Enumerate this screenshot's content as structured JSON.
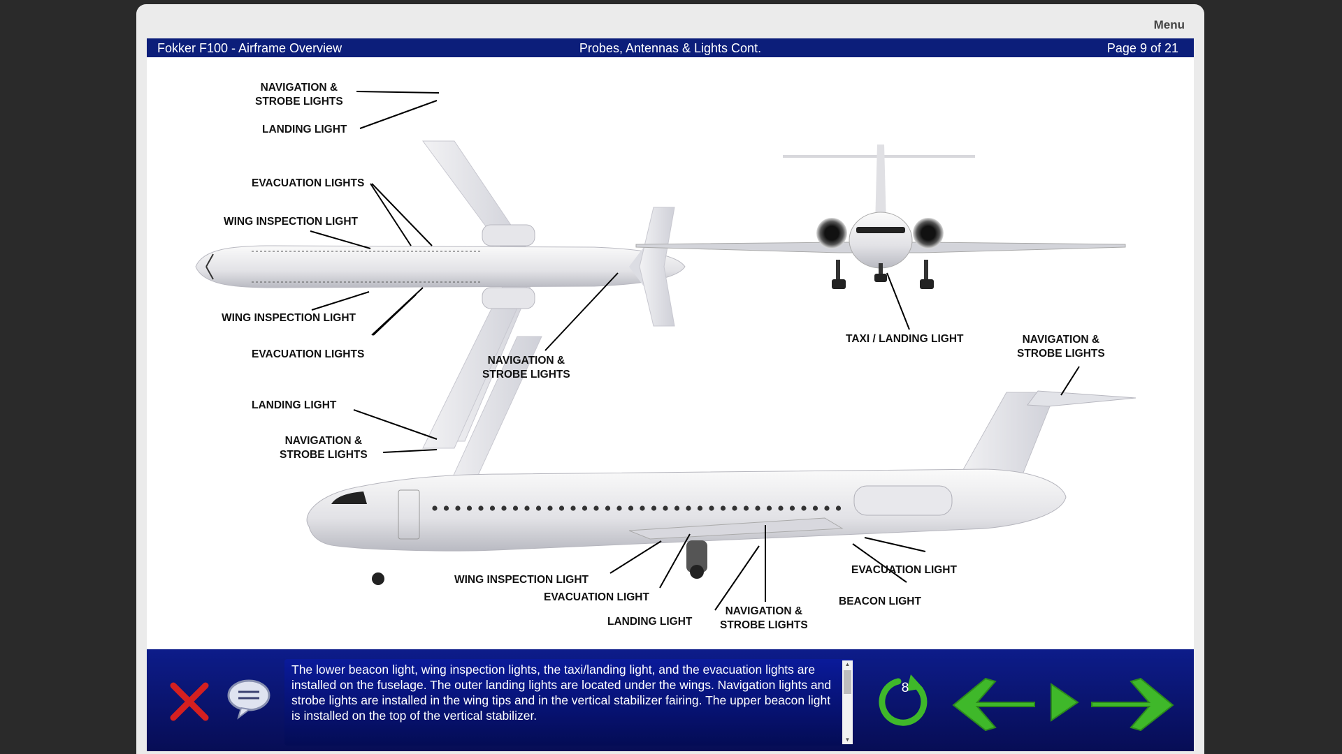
{
  "header": {
    "menu_label": "Menu",
    "course_title": "Fokker F100 - Airframe Overview",
    "section_title": "Probes, Antennas & Lights Cont.",
    "page_indicator": "Page 9 of 21"
  },
  "callouts": {
    "top_nav_strobe_upper": "NAVIGATION &\nSTROBE LIGHTS",
    "top_landing_upper": "LANDING LIGHT",
    "top_evac_upper": "EVACUATION LIGHTS",
    "top_wing_insp_upper": "WING INSPECTION LIGHT",
    "top_wing_insp_lower": "WING INSPECTION LIGHT",
    "top_evac_lower": "EVACUATION LIGHTS",
    "top_landing_lower": "LANDING LIGHT",
    "top_nav_strobe_lower": "NAVIGATION &\nSTROBE LIGHTS",
    "top_nav_strobe_tail": "NAVIGATION &\nSTROBE LIGHTS",
    "front_taxi_landing": "TAXI / LANDING LIGHT",
    "side_nav_strobe_tail": "NAVIGATION &\nSTROBE LIGHTS",
    "side_evac_rear": "EVACUATION LIGHT",
    "side_beacon": "BEACON LIGHT",
    "side_wing_insp": "WING INSPECTION LIGHT",
    "side_evac_mid": "EVACUATION LIGHT",
    "side_landing": "LANDING LIGHT",
    "side_nav_strobe_wing": "NAVIGATION &\nSTROBE LIGHTS"
  },
  "narration": {
    "text": "The lower beacon light, wing inspection lights, the taxi/landing light, and the evacuation lights are installed on the fuselage. The outer landing lights are located under the wings. Navigation lights and strobe lights are installed in the wing tips and in the vertical stabilizer fairing. The upper beacon light is installed on the top of the vertical stabilizer."
  },
  "controls": {
    "replay_count": "8",
    "close_icon": "close-x-icon",
    "narration_icon": "speech-bubble-icon",
    "replay_icon": "replay-arrow-icon",
    "back_icon": "arrow-left-icon",
    "play_icon": "play-icon",
    "next_icon": "arrow-right-icon"
  },
  "colors": {
    "title_bar": "#0c1e7a",
    "bottom_bar": "#0a1a8a",
    "nav_green": "#3fb82a",
    "close_red": "#d42020"
  }
}
